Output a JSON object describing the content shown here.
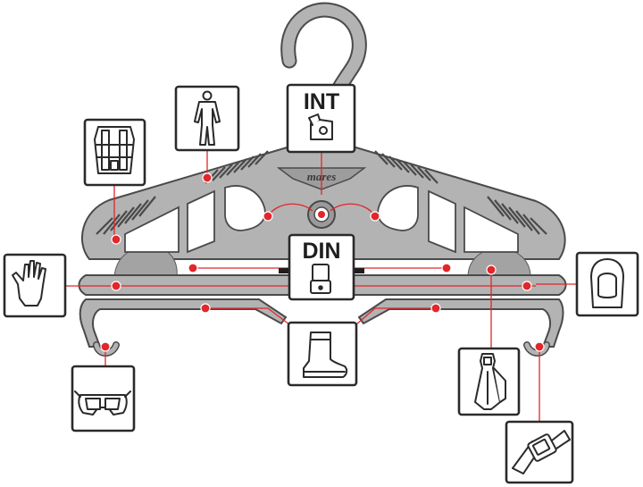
{
  "labels": {
    "int": "INT",
    "din": "DIN",
    "brand": "mares"
  },
  "colors": {
    "accent_red": "#e2262a",
    "hanger_gray": "#b3b3b3",
    "outline": "#2a2a2a"
  },
  "items": [
    {
      "name": "wetsuit-icon"
    },
    {
      "name": "bcd-icon"
    },
    {
      "name": "glove-icon"
    },
    {
      "name": "mask-icon"
    },
    {
      "name": "boot-icon"
    },
    {
      "name": "fins-icon"
    },
    {
      "name": "hood-icon"
    },
    {
      "name": "dive-computer-icon"
    },
    {
      "name": "int-regulator-icon"
    },
    {
      "name": "din-regulator-icon"
    }
  ]
}
